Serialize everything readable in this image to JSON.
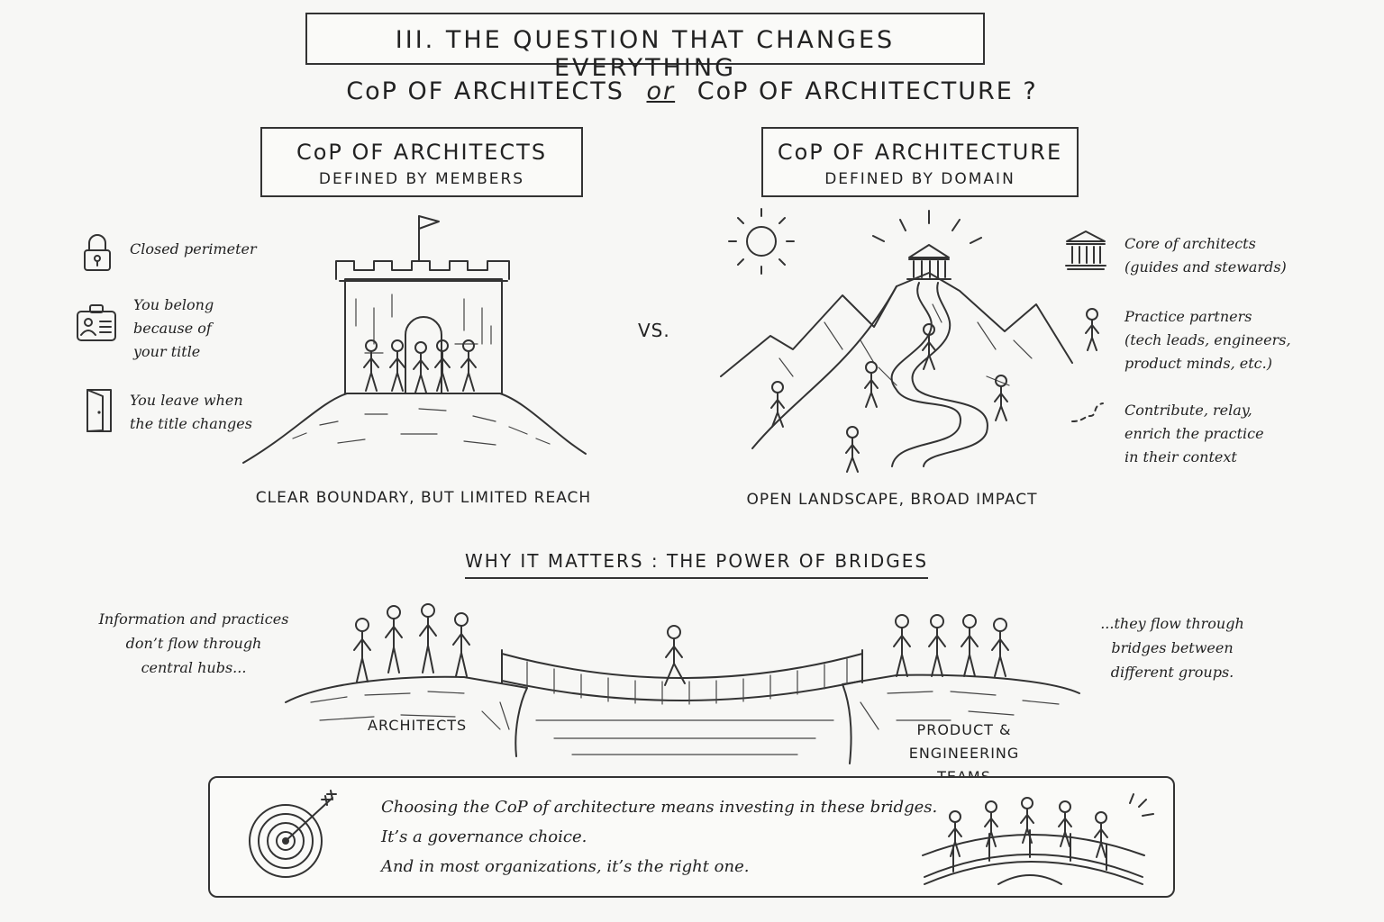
{
  "title": "III. THE QUESTION THAT CHANGES EVERYTHING",
  "question": {
    "left": "CoP OF ARCHITECTS",
    "or": "or",
    "right": "CoP OF ARCHITECTURE ?"
  },
  "left_panel": {
    "heading": "CoP OF ARCHITECTS",
    "subheading": "DEFINED BY MEMBERS",
    "items": [
      {
        "icon": "lock-icon",
        "lines": [
          "Closed perimeter"
        ]
      },
      {
        "icon": "id-badge-icon",
        "lines": [
          "You belong",
          "because of",
          "your title"
        ]
      },
      {
        "icon": "door-icon",
        "lines": [
          "You leave when",
          "the title changes"
        ]
      }
    ],
    "caption": "CLEAR BOUNDARY, BUT LIMITED REACH"
  },
  "vs": "VS.",
  "right_panel": {
    "heading": "CoP OF ARCHITECTURE",
    "subheading": "DEFINED BY DOMAIN",
    "items": [
      {
        "icon": "temple-icon",
        "lines": [
          "Core of architects",
          "(guides and stewards)"
        ]
      },
      {
        "icon": "person-icon",
        "lines": [
          "Practice partners",
          "(tech leads, engineers,",
          "product minds, etc.)"
        ]
      },
      {
        "icon": "dashed-path-icon",
        "lines": [
          "Contribute, relay,",
          "enrich the practice",
          "in their context"
        ]
      }
    ],
    "caption": "OPEN LANDSCAPE, BROAD IMPACT"
  },
  "bridges": {
    "heading": "WHY IT MATTERS : THE POWER OF BRIDGES",
    "left_note": [
      "Information and practices",
      "don’t flow through",
      "central hubs..."
    ],
    "right_note": [
      "...they flow through",
      "bridges between",
      "different groups."
    ],
    "left_label": "ARCHITECTS",
    "right_label": [
      "PRODUCT & ENGINEERING",
      "TEAMS"
    ]
  },
  "conclusion": {
    "lines": [
      "Choosing the CoP of architecture means investing in these bridges.",
      "It’s a governance choice.",
      "And in most organizations, it’s the right one."
    ]
  }
}
